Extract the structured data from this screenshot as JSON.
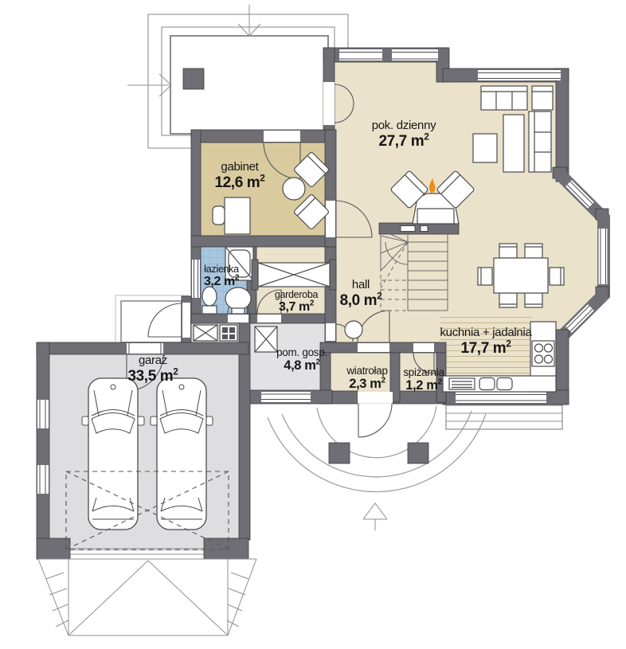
{
  "plan": {
    "type": "house-floor-plan",
    "rooms": [
      {
        "id": "pok-dzienny",
        "name": "pok. dzienny",
        "area": "27,7 m",
        "sup": "2"
      },
      {
        "id": "gabinet",
        "name": "gabinet",
        "area": "12,6 m",
        "sup": "2"
      },
      {
        "id": "lazienka",
        "name": "łazienka",
        "area": "3,2 m",
        "sup": "2"
      },
      {
        "id": "garderoba",
        "name": "garderoba",
        "area": "3,7 m",
        "sup": "2"
      },
      {
        "id": "hall",
        "name": "hall",
        "area": "8,0 m",
        "sup": "2"
      },
      {
        "id": "kuchnia",
        "name": "kuchnia + jadalnia",
        "area": "17,7 m",
        "sup": "2"
      },
      {
        "id": "wiatrolap",
        "name": "wiatrołap",
        "area": "2,3 m",
        "sup": "2"
      },
      {
        "id": "spizarnia",
        "name": "spiżarnia",
        "area": "1,2 m",
        "sup": "2"
      },
      {
        "id": "pom-gosp",
        "name": "pom. gosp.",
        "area": "4,8 m",
        "sup": "2"
      },
      {
        "id": "garaz",
        "name": "garaż",
        "area": "33,5 m",
        "sup": "2"
      }
    ],
    "colors": {
      "wall": "#6e6e74",
      "floor_main": "#ebe2cb",
      "floor_gabinet": "#d9cb9e",
      "floor_bathroom": "#a9c6df",
      "floor_utility": "#e2e2e4",
      "floor_garage": "#dedee0",
      "kitchen_stripe": "#c4b891",
      "flame": "#ef8c1a"
    },
    "icons": {
      "fireplace_flames": "three-flame-shapes",
      "roof_ridge_arrow": "chevron-arrow",
      "stove": "four-burner-circles",
      "sink": "double-basin",
      "wardrobe": "crossed-box"
    }
  }
}
